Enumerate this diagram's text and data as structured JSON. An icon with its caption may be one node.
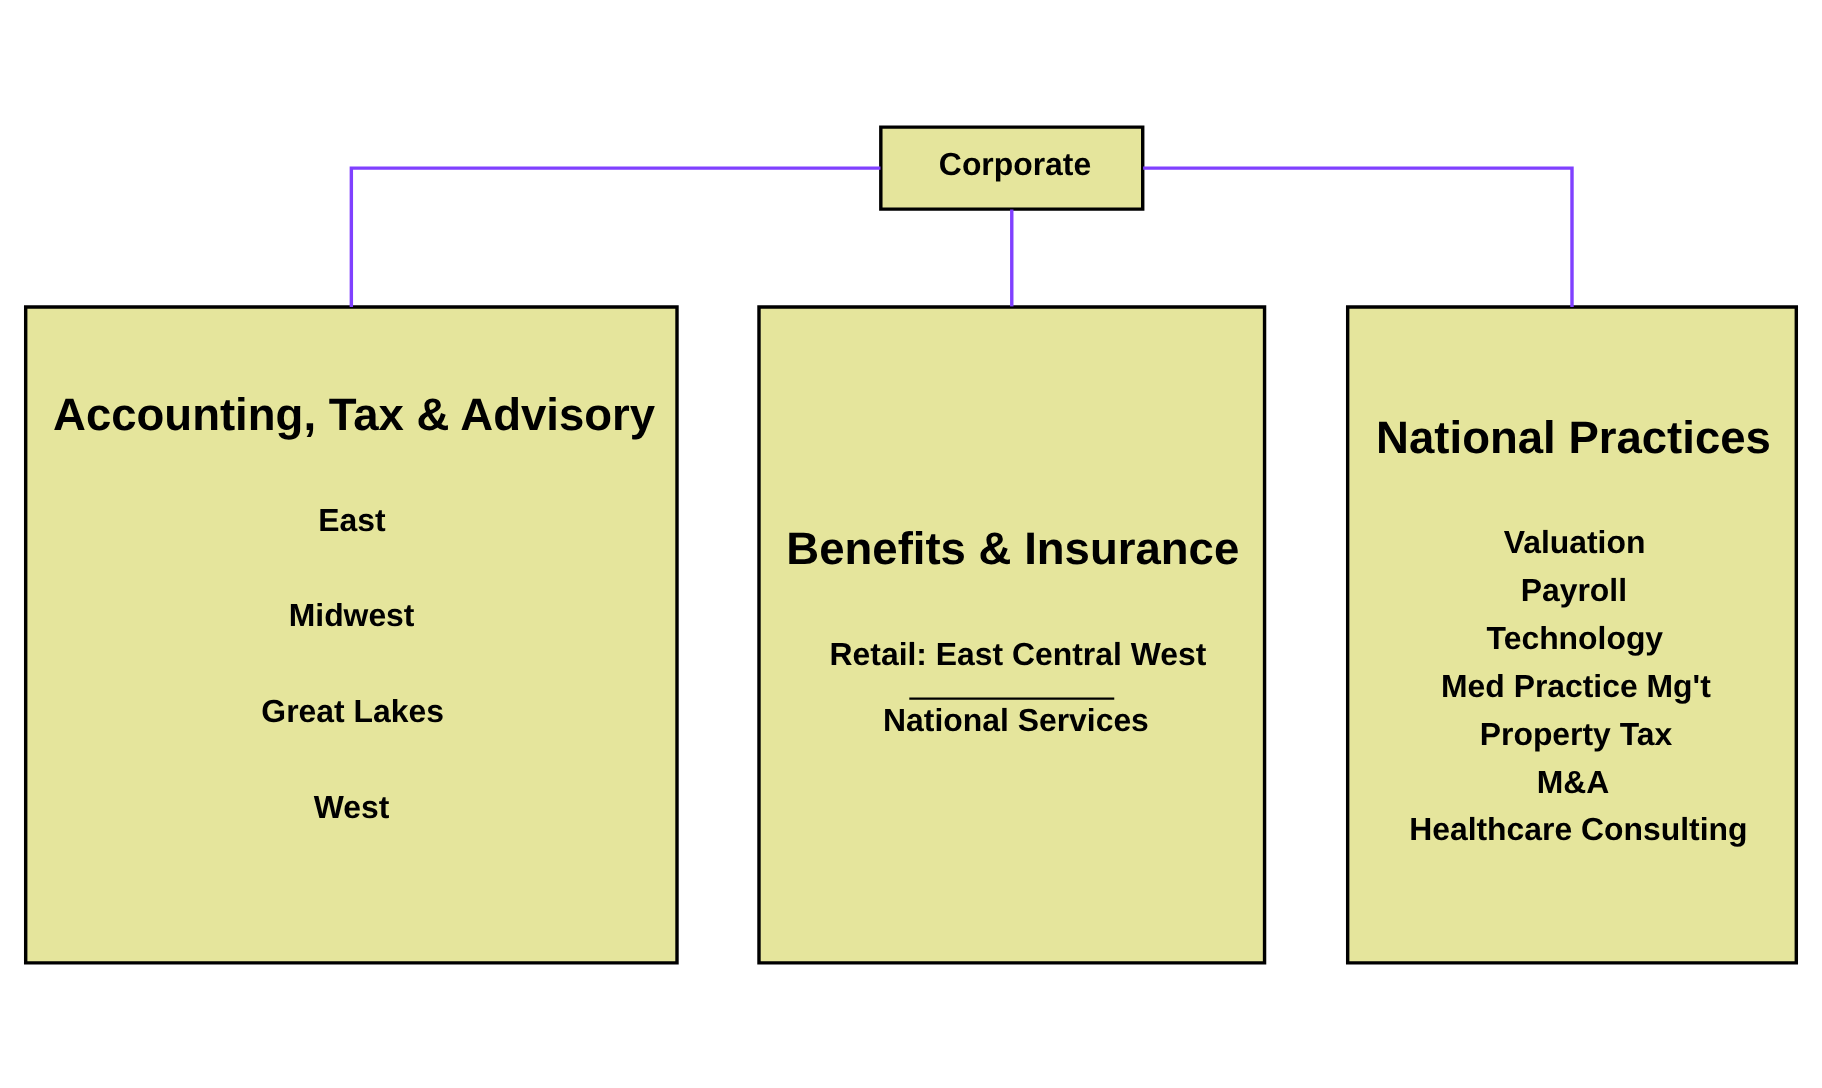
{
  "diagram": {
    "nodes": [
      {
        "text": [
          "Corporate"
        ]
      },
      {
        "text": [
          "Accounting, Tax & Advisory",
          "East",
          "Midwest",
          "Great Lakes",
          "West"
        ]
      },
      {
        "text": [
          "Benefits & Insurance",
          "Retail: East Central West",
          "National Services"
        ]
      },
      {
        "text": [
          "National Practices",
          "Valuation",
          "Payroll",
          "Technology",
          "Med Practice Mg't",
          "Property Tax",
          "M&A",
          "Healthcare Consulting"
        ]
      }
    ],
    "edges": [
      {
        "from": 0,
        "to": 1,
        "arrow": "none"
      },
      {
        "from": 0,
        "to": 2,
        "arrow": "none"
      },
      {
        "from": 0,
        "to": 3,
        "arrow": "none"
      }
    ]
  }
}
